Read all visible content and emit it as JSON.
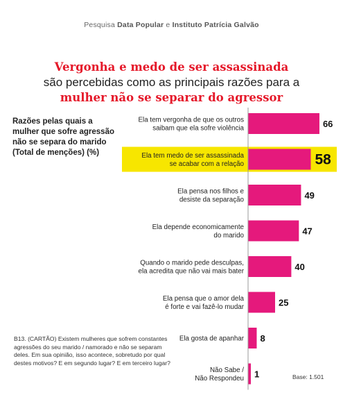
{
  "header": {
    "prefix": "Pesquisa ",
    "org1": "Data Popular",
    "conj": " e ",
    "org2": "Instituto Patrícia Galvão"
  },
  "title": {
    "line1": "Vergonha e medo de ser assassinada",
    "line2": "são percebidas como as principais razões para a",
    "line3": "mulher não se separar do agressor"
  },
  "side_label": "Razões pelas quais a mulher que sofre agressão não se separa do marido (Total de menções) (%)",
  "question": "B13. (CARTÃO) Existem mulheres que sofrem constantes agressões do seu marido / namorado e não se separam deles. Em sua opinião, isso acontece, sobretudo por qual destes motivos? E em segundo lugar? E em terceiro lugar?",
  "base": "Base: 1.501",
  "colors": {
    "bar": "#e5197c",
    "highlight": "#f7e600",
    "title_red": "#e5192a"
  },
  "chart_data": {
    "type": "bar",
    "orientation": "horizontal",
    "categories": [
      [
        "Ela tem vergonha de que os outros",
        "saibam que ela sofre violência"
      ],
      [
        "Ela tem medo de ser assassinada",
        "se acabar com a relação"
      ],
      [
        "Ela pensa nos filhos e",
        "desiste da separação"
      ],
      [
        "Ela depende economicamente",
        "do marido"
      ],
      [
        "Quando o marido pede desculpas,",
        "ela acredita que não vai mais bater"
      ],
      [
        "Ela pensa que o amor dela",
        "é forte e vai fazê-lo mudar"
      ],
      [
        "Ela gosta de apanhar"
      ],
      [
        "Não Sabe /",
        "Não Respondeu"
      ]
    ],
    "values": [
      66,
      58,
      49,
      47,
      40,
      25,
      8,
      1
    ],
    "highlight_index": 1
  }
}
